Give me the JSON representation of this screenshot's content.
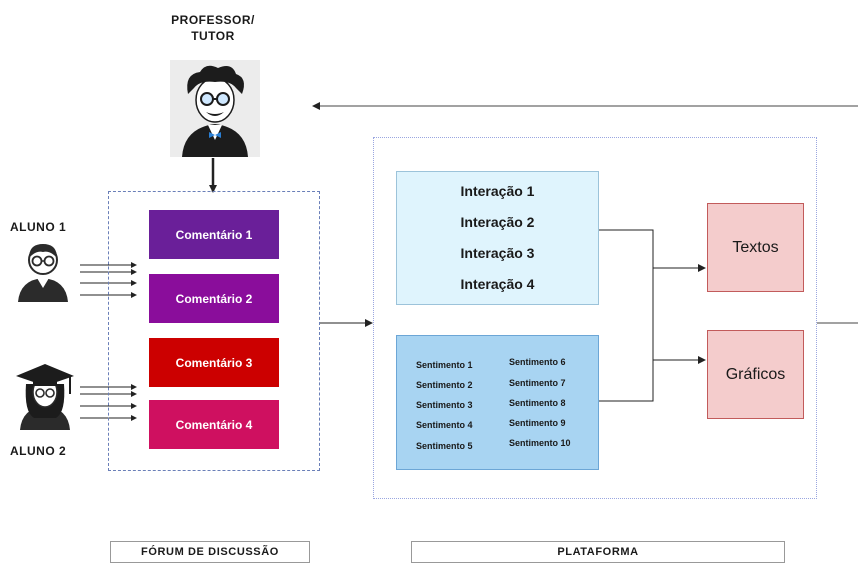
{
  "professor": {
    "label_line1": "PROFESSOR/",
    "label_line2": "TUTOR",
    "icon": "professor-icon"
  },
  "students": [
    {
      "label": "ALUNO 1",
      "icon": "student-icon"
    },
    {
      "label": "ALUNO 2",
      "icon": "graduate-student-icon"
    }
  ],
  "forum": {
    "caption": "FÓRUM DE DISCUSSÃO",
    "comments": [
      {
        "label": "Comentário 1",
        "color": "#6a1f99"
      },
      {
        "label": "Comentário 2",
        "color": "#8a0d9b"
      },
      {
        "label": "Comentário 3",
        "color": "#cc0000"
      },
      {
        "label": "Comentário 4",
        "color": "#cf1060"
      }
    ]
  },
  "platform": {
    "caption": "PLATAFORMA",
    "interactions": [
      "Interação 1",
      "Interação 2",
      "Interação 3",
      "Interação 4"
    ],
    "sentiments_left": [
      "Sentimento 1",
      "Sentimento 2",
      "Sentimento 3",
      "Sentimento 4",
      "Sentimento 5"
    ],
    "sentiments_right": [
      "Sentimento 6",
      "Sentimento 7",
      "Sentimento 8",
      "Sentimento 9",
      "Sentimento 10"
    ],
    "outputs": [
      "Textos",
      "Gráficos"
    ]
  },
  "colors": {
    "interaction_bg": "#dff4fd",
    "sentiment_bg": "#a8d4f2",
    "output_bg": "#f4cccc",
    "output_border": "#c25b5b"
  }
}
